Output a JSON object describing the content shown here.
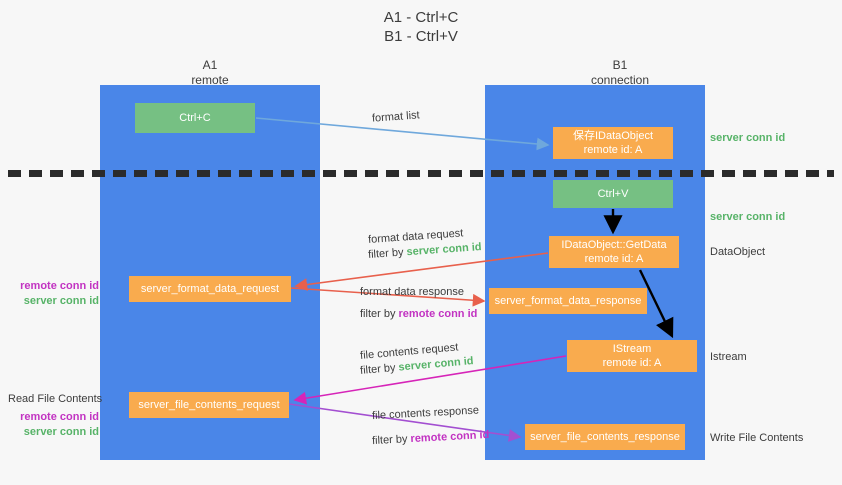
{
  "title": {
    "line1": "A1 - Ctrl+C",
    "line2": "B1 - Ctrl+V"
  },
  "columns": {
    "left": {
      "name": "A1",
      "role": "remote"
    },
    "right": {
      "name": "B1",
      "role": "connection"
    }
  },
  "colors": {
    "lane": "#4a86e8",
    "box_orange": "#f9ab4e",
    "box_green": "#76c083",
    "server_conn_id": "#57b368",
    "remote_conn_id": "#c233c2",
    "arrow_blue": "#6fa8dc",
    "arrow_red": "#e8604c",
    "arrow_magenta": "#d624b8",
    "arrow_purple": "#a34fd1",
    "arrow_black": "#000000",
    "divider": "#2b2b2b",
    "background": "#f7f7f7"
  },
  "boxes": {
    "ctrl_c": {
      "label": "Ctrl+C",
      "color": "green"
    },
    "idataobject": {
      "line1": "保存IDataObject",
      "line2": "remote id: A",
      "color": "orange"
    },
    "ctrl_v": {
      "label": "Ctrl+V",
      "color": "green"
    },
    "getdata": {
      "line1": "IDataObject::GetData",
      "line2": "remote id: A",
      "color": "orange"
    },
    "format_data_request": {
      "label": "server_format_data_request",
      "color": "orange"
    },
    "format_data_response": {
      "label": "server_format_data_response",
      "color": "orange"
    },
    "istream": {
      "line1": "IStream",
      "line2": "remote id: A",
      "color": "orange"
    },
    "file_contents_request": {
      "label": "server_file_contents_request",
      "color": "orange"
    },
    "file_contents_response": {
      "label": "server_file_contents_response",
      "color": "orange"
    }
  },
  "edge_labels": {
    "format_list": "format list",
    "format_data_request": {
      "line1": "format data request",
      "filter_prefix": "filter by ",
      "filter_key": "server conn id"
    },
    "format_data_response": {
      "line1": "format data response",
      "filter_prefix": "filter by ",
      "filter_key": "remote conn id"
    },
    "file_contents_request": {
      "line1": "file contents request",
      "filter_prefix": "filter by ",
      "filter_key": "server conn id"
    },
    "file_contents_response": {
      "line1": "file contents response",
      "filter_prefix": "filter by ",
      "filter_key": "remote conn id"
    }
  },
  "side_notes": {
    "right": {
      "server_conn_id_top": "server conn id",
      "server_conn_id_mid": "server conn id",
      "dataobject": "DataObject",
      "istream": "Istream",
      "write_file_contents": "Write File Contents"
    },
    "left": {
      "remote_conn_id_1": "remote conn id",
      "server_conn_id_1": "server conn id",
      "read_file_contents": "Read File Contents",
      "remote_conn_id_2": "remote conn id",
      "server_conn_id_2": "server conn id"
    }
  }
}
